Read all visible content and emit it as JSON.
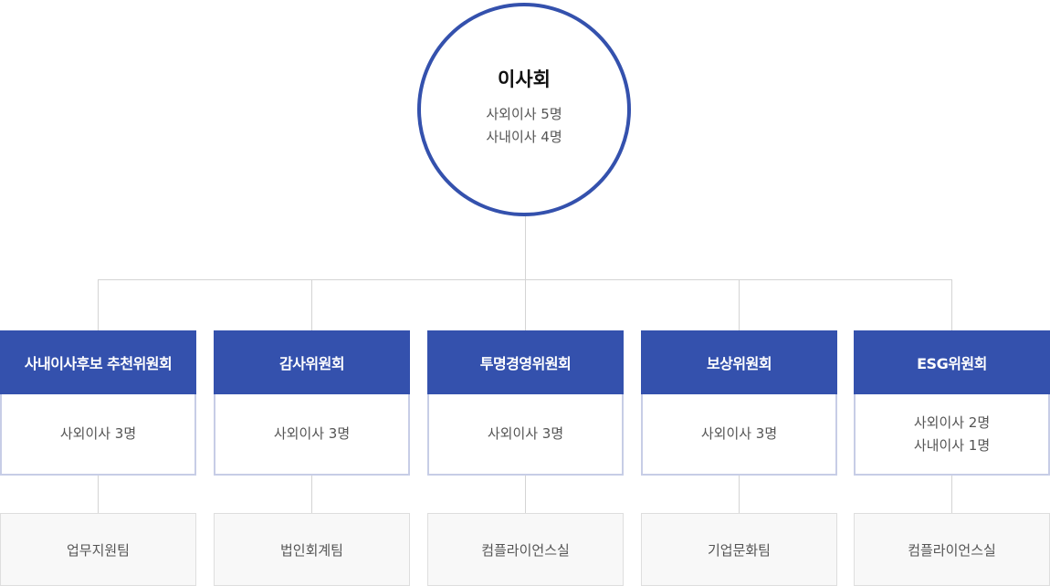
{
  "board": {
    "title": "이사회",
    "lines": [
      "사외이사 5명",
      "사내이사 4명"
    ]
  },
  "committees": [
    {
      "name": "사내이사후보 추천위원회",
      "members": [
        "사외이사 3명"
      ],
      "team": "업무지원팀"
    },
    {
      "name": "감사위원회",
      "members": [
        "사외이사 3명"
      ],
      "team": "법인회계팀"
    },
    {
      "name": "투명경영위원회",
      "members": [
        "사외이사 3명"
      ],
      "team": "컴플라이언스실"
    },
    {
      "name": "보상위원회",
      "members": [
        "사외이사 3명"
      ],
      "team": "기업문화팀"
    },
    {
      "name": "ESG위원회",
      "members": [
        "사외이사 2명",
        "사내이사 1명"
      ],
      "team": "컴플라이언스실"
    }
  ],
  "colors": {
    "accent": "#3451ad",
    "connector": "#d4d4d4",
    "box_border": "#c7cde6"
  }
}
